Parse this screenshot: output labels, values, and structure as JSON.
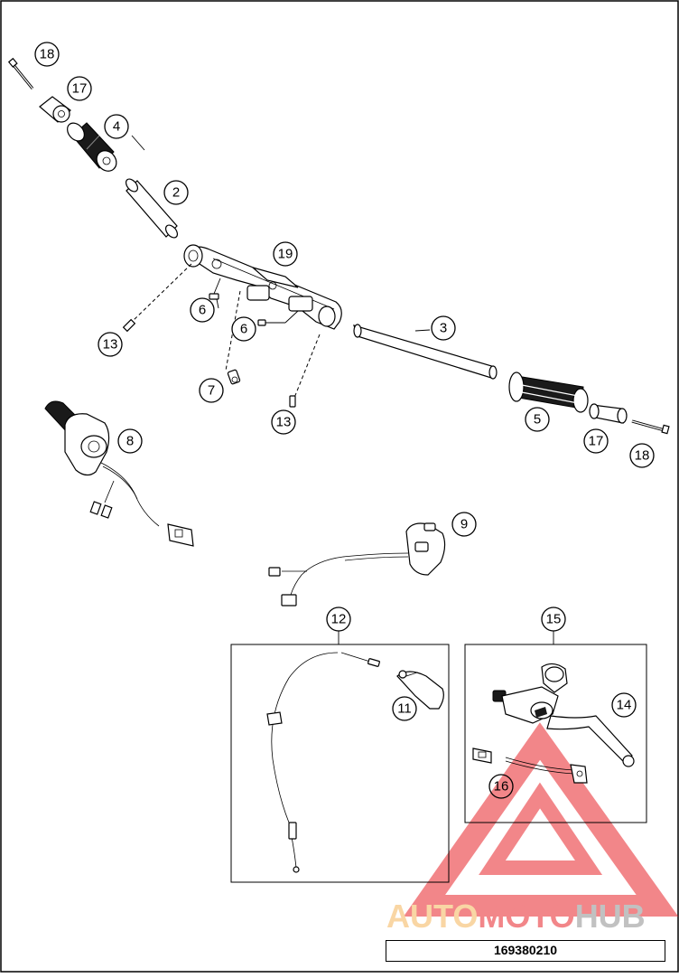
{
  "document_number": "169380210",
  "watermark": {
    "prefix": "AUTO",
    "middle": "MOTO",
    "suffix": "HUB"
  },
  "colors": {
    "watermark_red": "#e8242a",
    "watermark_orange": "#f5b55a",
    "watermark_gray": "#8f8f8f",
    "line": "#000000"
  },
  "callouts": {
    "c18a": "18",
    "c17a": "17",
    "c4": "4",
    "c2": "2",
    "c19": "19",
    "c6a": "6",
    "c6b": "6",
    "c13a": "13",
    "c7": "7",
    "c3": "3",
    "c5": "5",
    "c17b": "17",
    "c18b": "18",
    "c13b": "13",
    "c8": "8",
    "c9": "9",
    "c12": "12",
    "c15": "15",
    "c11": "11",
    "c14": "14",
    "c16": "16"
  }
}
